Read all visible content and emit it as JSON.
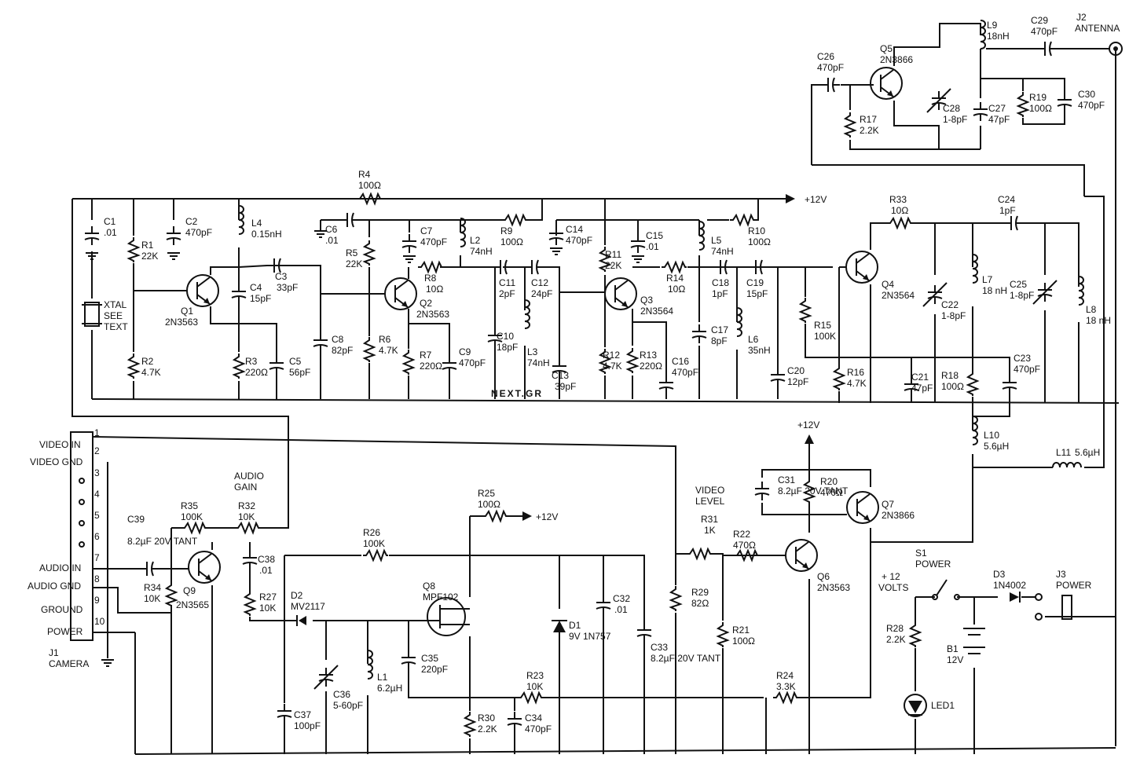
{
  "rail_label": "+12V",
  "watermark": "NEXT.GR",
  "connector_j1": {
    "name": "J1",
    "subtitle": "CAMERA",
    "pins": [
      "1",
      "2",
      "3",
      "4",
      "5",
      "6",
      "7",
      "8",
      "9",
      "10"
    ],
    "signals": [
      "VIDEO IN",
      "VIDEO GND",
      "AUDIO IN",
      "AUDIO GND",
      "GROUND",
      "POWER"
    ]
  },
  "antenna": {
    "name": "J2",
    "label": "ANTENNA"
  },
  "power_jack": {
    "name": "J3",
    "label": "POWER"
  },
  "switch": {
    "name": "S1",
    "label": "POWER"
  },
  "battery": {
    "name": "B1",
    "value": "12V",
    "volts_label": "+ 12",
    "volts_label2": "VOLTS"
  },
  "controls": {
    "audio_gain": [
      "AUDIO",
      "GAIN"
    ],
    "video_level": [
      "VIDEO",
      "LEVEL"
    ]
  },
  "xtal": [
    "XTAL",
    "SEE",
    "TEXT"
  ],
  "components": [
    {
      "ref": "C1",
      "value": ".01"
    },
    {
      "ref": "R1",
      "value": "22K"
    },
    {
      "ref": "C2",
      "value": "470pF"
    },
    {
      "ref": "L4",
      "value": "0.15nH"
    },
    {
      "ref": "R4",
      "value": "100Ω"
    },
    {
      "ref": "C6",
      "value": ".01"
    },
    {
      "ref": "R5",
      "value": "22K"
    },
    {
      "ref": "C7",
      "value": "470pF"
    },
    {
      "ref": "L2",
      "value": "74nH"
    },
    {
      "ref": "R9",
      "value": "100Ω"
    },
    {
      "ref": "C14",
      "value": "470pF"
    },
    {
      "ref": "C15",
      "value": ".01"
    },
    {
      "ref": "R10",
      "value": "100Ω"
    },
    {
      "ref": "R11",
      "value": "22K"
    },
    {
      "ref": "L5",
      "value": "74nH"
    },
    {
      "ref": "R33",
      "value": "10Ω"
    },
    {
      "ref": "C24",
      "value": "1pF"
    },
    {
      "ref": "Q1",
      "value": "2N3563"
    },
    {
      "ref": "C3",
      "value": "33pF"
    },
    {
      "ref": "C4",
      "value": "15pF"
    },
    {
      "ref": "R8",
      "value": "10Ω"
    },
    {
      "ref": "Q2",
      "value": "2N3563"
    },
    {
      "ref": "C11",
      "value": "2pF"
    },
    {
      "ref": "C12",
      "value": "24pF"
    },
    {
      "ref": "R14",
      "value": "10Ω"
    },
    {
      "ref": "Q3",
      "value": "2N3564"
    },
    {
      "ref": "C18",
      "value": "1pF"
    },
    {
      "ref": "C19",
      "value": "15pF"
    },
    {
      "ref": "Q4",
      "value": "2N3564"
    },
    {
      "ref": "L7",
      "value": "18 nH"
    },
    {
      "ref": "C22",
      "value": "1-8pF"
    },
    {
      "ref": "C25",
      "value": "1-8pF"
    },
    {
      "ref": "L8",
      "value": "18 nH"
    },
    {
      "ref": "R2",
      "value": "4.7K"
    },
    {
      "ref": "R3",
      "value": "220Ω"
    },
    {
      "ref": "C5",
      "value": "56pF"
    },
    {
      "ref": "C8",
      "value": "82pF"
    },
    {
      "ref": "R6",
      "value": "4.7K"
    },
    {
      "ref": "R7",
      "value": "220Ω"
    },
    {
      "ref": "C9",
      "value": "470pF"
    },
    {
      "ref": "C10",
      "value": "18pF"
    },
    {
      "ref": "L3",
      "value": "74nH"
    },
    {
      "ref": "C13",
      "value": "39pF"
    },
    {
      "ref": "R12",
      "value": "4.7K"
    },
    {
      "ref": "R13",
      "value": "220Ω"
    },
    {
      "ref": "C16",
      "value": "470pF"
    },
    {
      "ref": "C17",
      "value": "8pF"
    },
    {
      "ref": "L6",
      "value": "35nH"
    },
    {
      "ref": "C20",
      "value": "12pF"
    },
    {
      "ref": "R15",
      "value": "100K"
    },
    {
      "ref": "R16",
      "value": "4.7K"
    },
    {
      "ref": "C21",
      "value": "47pF"
    },
    {
      "ref": "R18",
      "value": "100Ω"
    },
    {
      "ref": "C23",
      "value": "470pF"
    },
    {
      "ref": "C26",
      "value": "470pF"
    },
    {
      "ref": "Q5",
      "value": "2N3866"
    },
    {
      "ref": "R17",
      "value": "2.2K"
    },
    {
      "ref": "L9",
      "value": "18nH"
    },
    {
      "ref": "C28",
      "value": "1-8pF"
    },
    {
      "ref": "C27",
      "value": "47pF"
    },
    {
      "ref": "R19",
      "value": "100Ω"
    },
    {
      "ref": "C30",
      "value": "470pF"
    },
    {
      "ref": "C29",
      "value": "470pF"
    },
    {
      "ref": "L10",
      "value": "5.6µH"
    },
    {
      "ref": "L11",
      "value": "5.6µH"
    },
    {
      "ref": "C31",
      "value": "8.2µF 20V TANT"
    },
    {
      "ref": "R20",
      "value": "470Ω"
    },
    {
      "ref": "Q7",
      "value": "2N3866"
    },
    {
      "ref": "R35",
      "value": "100K"
    },
    {
      "ref": "R32",
      "value": "10K"
    },
    {
      "ref": "C39",
      "value": "8.2µF 20V TANT"
    },
    {
      "ref": "Q9",
      "value": "2N3565"
    },
    {
      "ref": "R34",
      "value": "10K"
    },
    {
      "ref": "C38",
      "value": ".01"
    },
    {
      "ref": "R27",
      "value": "10K"
    },
    {
      "ref": "R25",
      "value": "100Ω"
    },
    {
      "ref": "R26",
      "value": "100K"
    },
    {
      "ref": "Q8",
      "value": "MPF102"
    },
    {
      "ref": "D2",
      "value": "MV2117"
    },
    {
      "ref": "C35",
      "value": "220pF"
    },
    {
      "ref": "L1",
      "value": "6.2µH"
    },
    {
      "ref": "C36",
      "value": "5-60pF"
    },
    {
      "ref": "C37",
      "value": "100pF"
    },
    {
      "ref": "R30",
      "value": "2.2K"
    },
    {
      "ref": "C34",
      "value": "470pF"
    },
    {
      "ref": "R23",
      "value": "10K"
    },
    {
      "ref": "D1",
      "value": "9V 1N757"
    },
    {
      "ref": "C32",
      "value": ".01"
    },
    {
      "ref": "C33",
      "value": "8.2µF 20V TANT"
    },
    {
      "ref": "R29",
      "value": "82Ω"
    },
    {
      "ref": "R31",
      "value": "1K"
    },
    {
      "ref": "R22",
      "value": "470Ω"
    },
    {
      "ref": "R21",
      "value": "100Ω"
    },
    {
      "ref": "Q6",
      "value": "2N3563"
    },
    {
      "ref": "R24",
      "value": "3.3K"
    },
    {
      "ref": "R28",
      "value": "2.2K"
    },
    {
      "ref": "LED1",
      "value": ""
    },
    {
      "ref": "D3",
      "value": "1N4002"
    }
  ]
}
